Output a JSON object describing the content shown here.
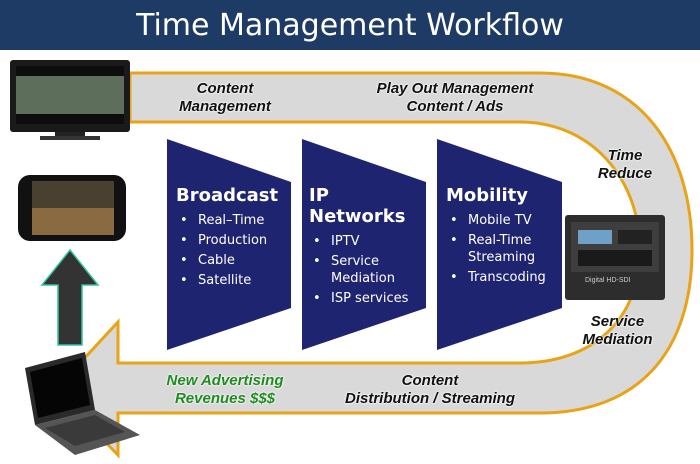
{
  "title": "Time Management Workflow",
  "colors": {
    "title_bg": "#1d3b64",
    "panel": "#1f2470",
    "band": "#d9d9d9",
    "band_border": "#e8a317",
    "green_text": "#1f8a1f"
  },
  "flow_labels": {
    "content_management": [
      "Content",
      "Management"
    ],
    "play_out": [
      "Play Out Management",
      "Content / Ads"
    ],
    "time_reduce": [
      "Time",
      "Reduce"
    ],
    "service_mediation": [
      "Service",
      "Mediation"
    ],
    "distribution": [
      "Content",
      "Distribution / Streaming"
    ],
    "revenues": [
      "New Advertising",
      "Revenues $$$"
    ]
  },
  "panels": [
    {
      "heading": "Broadcast",
      "items": [
        "Real–Time",
        "Production",
        "Cable",
        "Satellite"
      ]
    },
    {
      "heading": "IP Networks",
      "items": [
        "IPTV",
        "Service Mediation",
        "ISP services"
      ]
    },
    {
      "heading": "Mobility",
      "items": [
        "Mobile TV",
        "Real-Time Streaming",
        "Transcoding"
      ]
    }
  ],
  "devices": [
    "tv-icon",
    "smartphone-icon",
    "laptop-icon",
    "encoder-device-icon"
  ],
  "device_label": "Digital HD-SDI"
}
